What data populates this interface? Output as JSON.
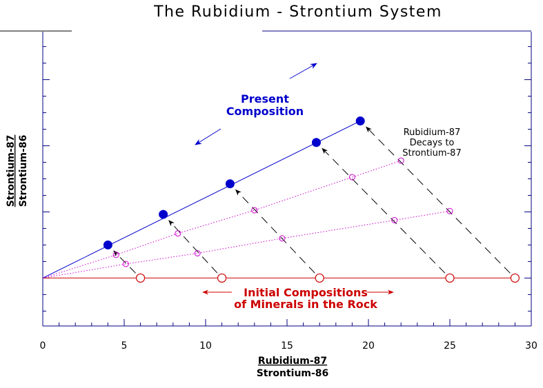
{
  "chart_data": {
    "type": "scatter",
    "title": "The Rubidium - Strontium System",
    "xlabel_top": "Rubidium-87",
    "xlabel_bottom": "Strontium-86",
    "ylabel_top": "Strontium-87",
    "ylabel_bottom": "Strontium-86",
    "xlim": [
      0,
      30
    ],
    "xticks": [
      0,
      5,
      10,
      15,
      20,
      25,
      30
    ],
    "ylim": [
      -2.9,
      14.9
    ],
    "grid": false,
    "colors": {
      "present": "#0000cc",
      "initial": "#cc0000",
      "intermediate": "#cc00cc",
      "decay_arrows": "#000000",
      "axes": "#000080"
    },
    "series": [
      {
        "name": "Initial Compositions of Minerals in the Rock",
        "style": "line-open-circles",
        "x": [
          6,
          11,
          17,
          25,
          29
        ],
        "y": [
          0,
          0,
          0,
          0,
          0
        ]
      },
      {
        "name": "Present Composition",
        "style": "line-filled-circles",
        "x": [
          4,
          7.4,
          11.5,
          16.8,
          19.5
        ],
        "y": [
          2,
          3.85,
          5.7,
          8.2,
          9.5
        ]
      },
      {
        "style": "dotted-open-circles",
        "x": [
          5.1,
          9.5,
          14.7,
          21.6,
          25
        ],
        "y": [
          0.85,
          1.5,
          2.4,
          3.5,
          4.05
        ]
      },
      {
        "style": "dotted-open-circles",
        "x": [
          4.5,
          8.3,
          13,
          19,
          22
        ],
        "y": [
          1.4,
          2.7,
          4.1,
          6.1,
          7.1
        ]
      }
    ],
    "decay_arrows": [
      {
        "from": [
          6,
          0
        ],
        "to": [
          4,
          2
        ]
      },
      {
        "from": [
          11,
          0
        ],
        "to": [
          7.4,
          3.85
        ]
      },
      {
        "from": [
          17,
          0
        ],
        "to": [
          11.5,
          5.7
        ]
      },
      {
        "from": [
          25,
          0
        ],
        "to": [
          16.8,
          8.2
        ]
      },
      {
        "from": [
          29,
          0
        ],
        "to": [
          19.5,
          9.5
        ]
      }
    ],
    "annotations": {
      "present_line1": "Present",
      "present_line2": "Composition",
      "initial_line1": "Initial Compositions",
      "initial_line2": "of Minerals in the Rock",
      "decay_line1": "Rubidium-87",
      "decay_line2": "Decays to",
      "decay_line3": "Strontium-87"
    }
  }
}
